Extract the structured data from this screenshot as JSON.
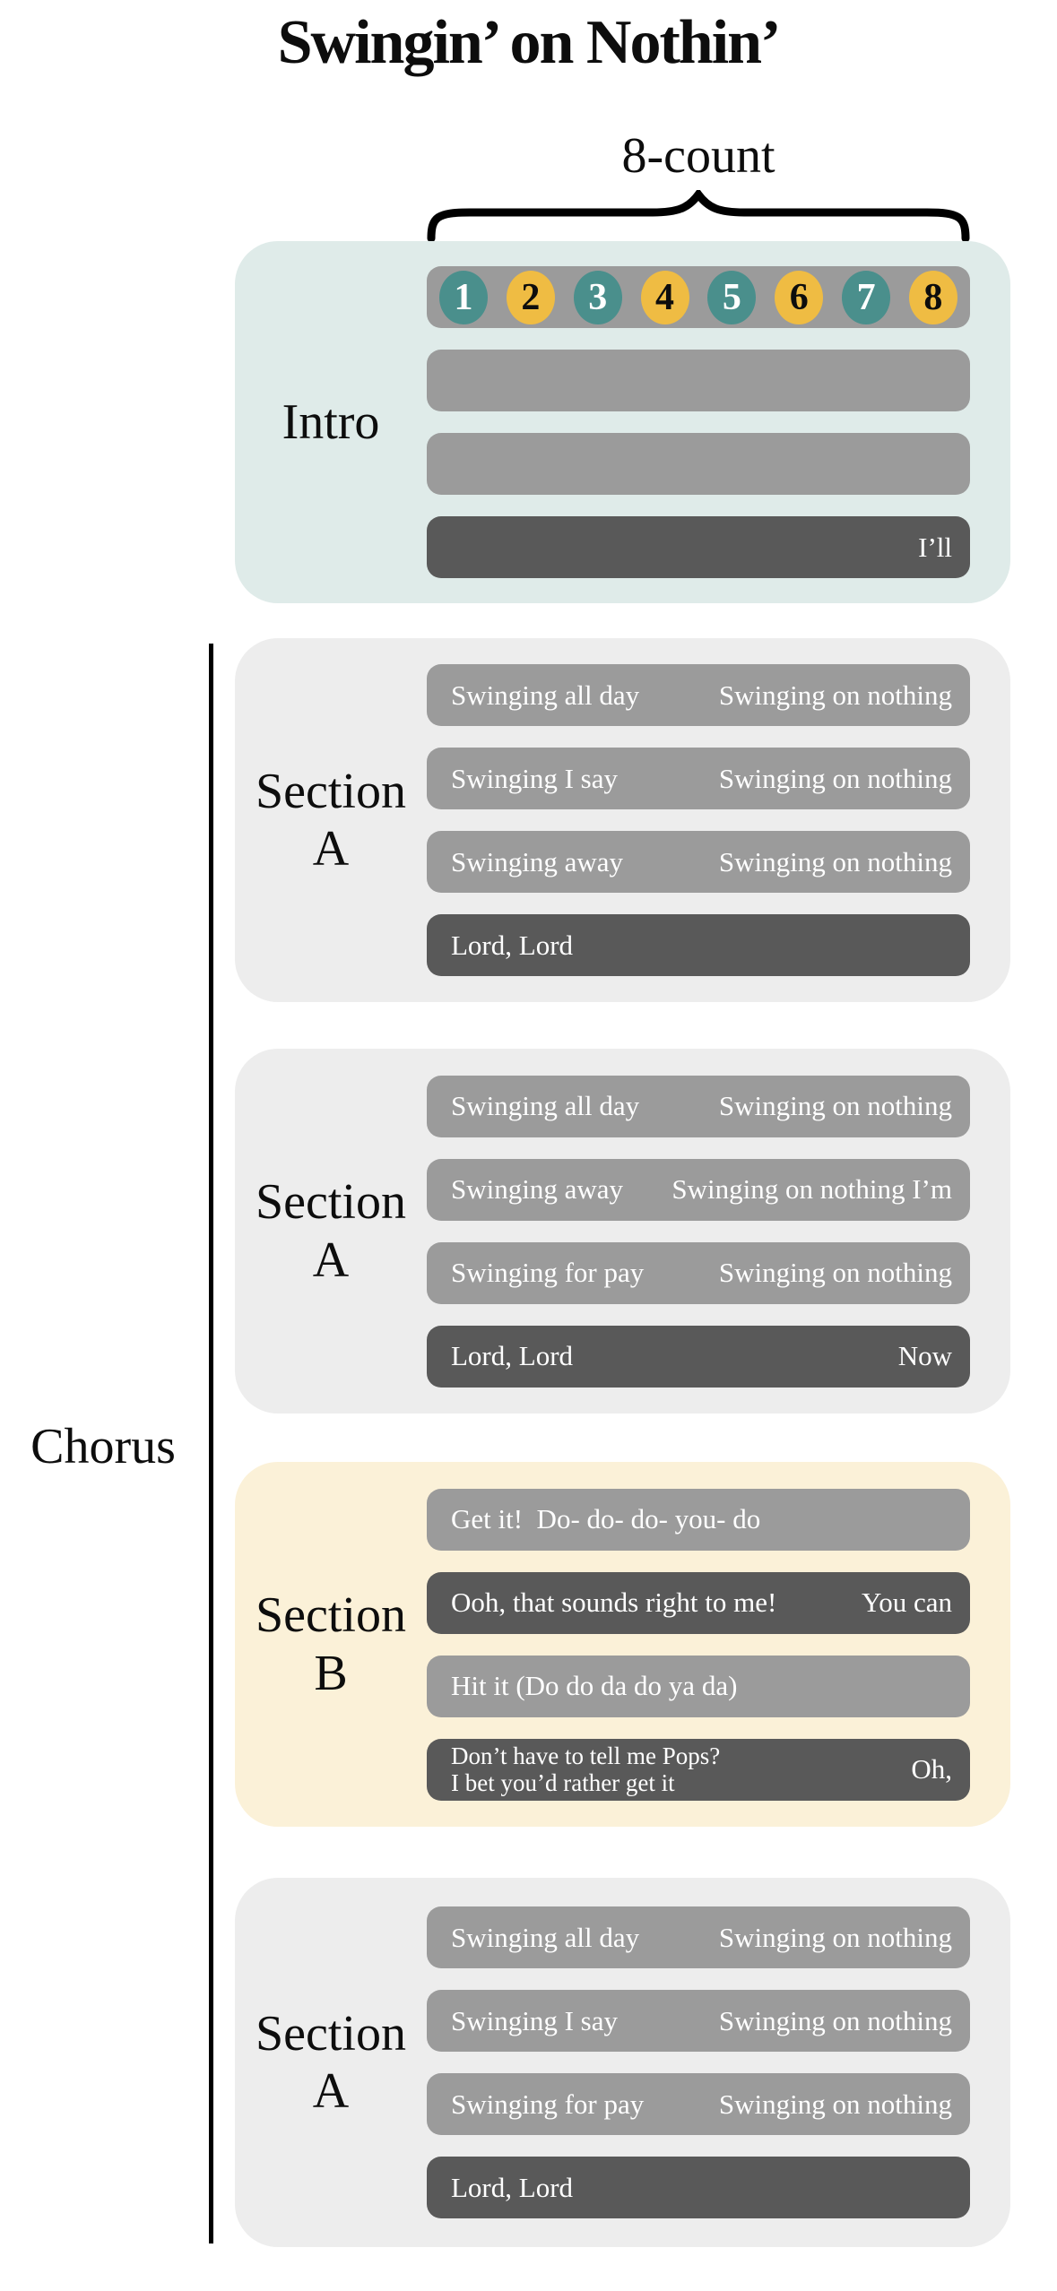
{
  "page": {
    "title": "Swingin’ on Nothin’",
    "count_label": "8-count",
    "chorus_label": "Chorus"
  },
  "colors": {
    "teal": "#4a8f8c",
    "gold": "#efbc43",
    "bar_light": "#9b9b9b",
    "bar_dark": "#595959",
    "intro_bg": "#dfebe9",
    "section_a_bg": "#ededed",
    "section_b_bg": "#fbf1d8",
    "number_on_teal": "#ffffff",
    "number_on_gold": "#0d0d0d"
  },
  "counts": [
    {
      "value": "1",
      "fill": "teal",
      "text": "number_on_teal"
    },
    {
      "value": "2",
      "fill": "gold",
      "text": "number_on_gold"
    },
    {
      "value": "3",
      "fill": "teal",
      "text": "number_on_teal"
    },
    {
      "value": "4",
      "fill": "gold",
      "text": "number_on_gold"
    },
    {
      "value": "5",
      "fill": "teal",
      "text": "number_on_teal"
    },
    {
      "value": "6",
      "fill": "gold",
      "text": "number_on_gold"
    },
    {
      "value": "7",
      "fill": "teal",
      "text": "number_on_teal"
    },
    {
      "value": "8",
      "fill": "gold",
      "text": "number_on_gold"
    }
  ],
  "sections": [
    {
      "id": "intro",
      "label_lines": [
        "Intro"
      ],
      "bg": "intro_bg",
      "rows": [
        {
          "type": "counts"
        },
        {
          "type": "bar",
          "variant": "light",
          "left": "",
          "right": ""
        },
        {
          "type": "bar",
          "variant": "light",
          "left": "",
          "right": ""
        },
        {
          "type": "bar",
          "variant": "dark",
          "left": "",
          "right": "I’ll"
        }
      ]
    },
    {
      "id": "section-a-1",
      "label_lines": [
        "Section",
        "A"
      ],
      "bg": "section_a_bg",
      "rows": [
        {
          "type": "bar",
          "variant": "light",
          "left": "Swinging all day",
          "right": "Swinging on nothing"
        },
        {
          "type": "bar",
          "variant": "light",
          "left": "Swinging I say",
          "right": "Swinging on nothing"
        },
        {
          "type": "bar",
          "variant": "light",
          "left": "Swinging away",
          "right": "Swinging on nothing"
        },
        {
          "type": "bar",
          "variant": "dark",
          "left": "Lord, Lord",
          "right": ""
        }
      ]
    },
    {
      "id": "section-a-2",
      "label_lines": [
        "Section",
        "A"
      ],
      "bg": "section_a_bg",
      "rows": [
        {
          "type": "bar",
          "variant": "light",
          "left": "Swinging all day",
          "right": "Swinging on nothing"
        },
        {
          "type": "bar",
          "variant": "light",
          "left": "Swinging away",
          "right": "Swinging on nothing I’m"
        },
        {
          "type": "bar",
          "variant": "light",
          "left": "Swinging for pay",
          "right": "Swinging on nothing"
        },
        {
          "type": "bar",
          "variant": "dark",
          "left": "Lord, Lord",
          "right": "Now"
        }
      ]
    },
    {
      "id": "section-b",
      "label_lines": [
        "Section",
        "B"
      ],
      "bg": "section_b_bg",
      "rows": [
        {
          "type": "bar",
          "variant": "light",
          "left": "Get it! Do- do- do- you- do",
          "right": ""
        },
        {
          "type": "bar",
          "variant": "dark",
          "left": "Ooh, that sounds right to me!",
          "right": "You can"
        },
        {
          "type": "bar",
          "variant": "light",
          "left": "Hit it (Do do da do ya da)",
          "right": ""
        },
        {
          "type": "bar",
          "variant": "dark",
          "left_lines": [
            "Don’t have to tell me Pops?",
            "I bet you’d rather get it"
          ],
          "right": "Oh,"
        }
      ]
    },
    {
      "id": "section-a-3",
      "label_lines": [
        "Section",
        "A"
      ],
      "bg": "section_a_bg",
      "rows": [
        {
          "type": "bar",
          "variant": "light",
          "left": "Swinging all day",
          "right": "Swinging on nothing"
        },
        {
          "type": "bar",
          "variant": "light",
          "left": "Swinging I say",
          "right": "Swinging on nothing"
        },
        {
          "type": "bar",
          "variant": "light",
          "left": "Swinging for pay",
          "right": "Swinging on nothing"
        },
        {
          "type": "bar",
          "variant": "dark",
          "left": "Lord, Lord",
          "right": ""
        }
      ]
    }
  ]
}
